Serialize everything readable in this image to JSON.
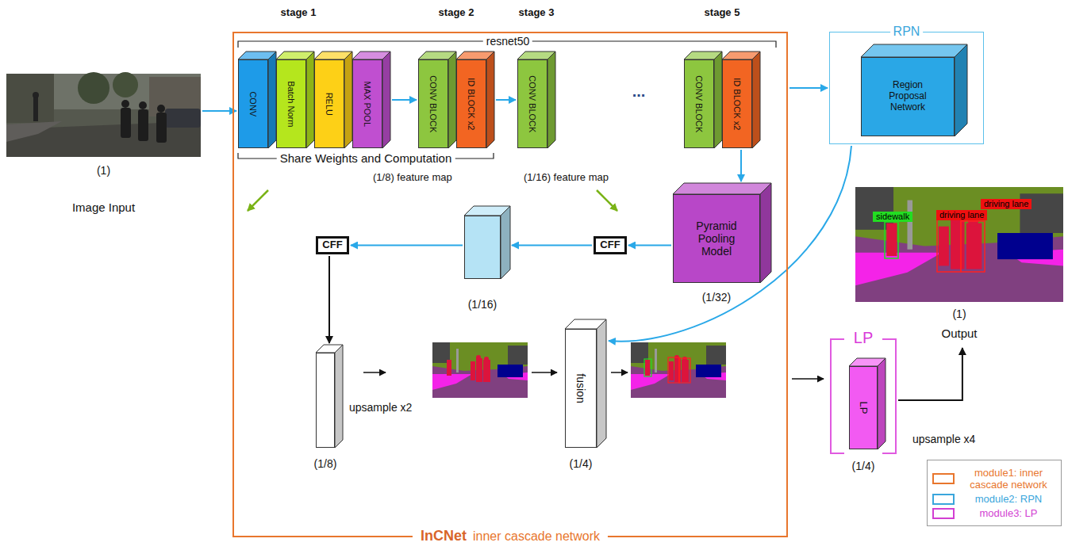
{
  "diagram": {
    "nodes": [
      {
        "text": [
          "(1)",
          "Image Input"
        ]
      },
      {
        "text": [
          "InCNet",
          "inner cascade network"
        ]
      },
      {
        "text": [
          "CONV"
        ],
        "in": 1
      },
      {
        "text": [
          "Batch Norm"
        ],
        "in": 1
      },
      {
        "text": [
          "RELU"
        ],
        "in": 1
      },
      {
        "text": [
          "MAX POOL"
        ],
        "in": 1
      },
      {
        "text": [
          "CONV BLOCK"
        ],
        "in": 1
      },
      {
        "text": [
          "ID BLOCK x2"
        ],
        "in": 1
      },
      {
        "text": [
          "CONV BLOCK"
        ],
        "in": 1
      },
      {
        "text": [
          "CONV BLOCK"
        ],
        "in": 1
      },
      {
        "text": [
          "ID BLOCK x2"
        ],
        "in": 1
      },
      {
        "text": [
          "CFF"
        ],
        "in": 1
      },
      {
        "text": [
          "(1/16)"
        ],
        "in": 1
      },
      {
        "text": [
          "CFF"
        ],
        "in": 1
      },
      {
        "text": [
          "Pyramid Pooling Model",
          "(1/32)"
        ],
        "in": 1
      },
      {
        "text": [
          "(1/8)"
        ],
        "in": 1
      },
      {
        "text": [
          "fusion",
          "(1/4)"
        ],
        "in": 1
      },
      {
        "text": [
          "RPN"
        ]
      },
      {
        "text": [
          "Region Proposal Network"
        ],
        "in": 17
      },
      {
        "text": [
          "LP",
          "(1/4)"
        ]
      },
      {
        "text": [
          "LP"
        ],
        "in": 19
      },
      {
        "text": [
          "(1)",
          "Output"
        ]
      }
    ],
    "edges": [
      {
        "from": 0,
        "to": 2,
        "arrow": "to"
      },
      {
        "from": 5,
        "to": 6,
        "arrow": "to"
      },
      {
        "from": 7,
        "to": 8,
        "arrow": "to"
      },
      {
        "from": 10,
        "to": 14,
        "arrow": "to"
      },
      {
        "from": 14,
        "to": 13,
        "arrow": "to"
      },
      {
        "from": 13,
        "to": 12,
        "arrow": "to"
      },
      {
        "from": 12,
        "to": 11,
        "arrow": "to"
      },
      {
        "from": 11,
        "to": 15,
        "arrow": "to"
      },
      {
        "from": 1,
        "to": 17,
        "arrow": "to"
      },
      {
        "from": 17,
        "to": 16,
        "arrow": "to"
      },
      {
        "from": 19,
        "to": 21,
        "arrow": "to"
      }
    ],
    "labels": [
      "stage 1",
      "stage 2",
      "stage 3",
      "stage 5",
      "resnet50",
      "Share Weights and Computation",
      "(1/8) feature map",
      "(1/16) feature map",
      "...",
      "upsample x2",
      "sidewalk",
      "driving lane",
      "driving lane",
      "upsample x4"
    ],
    "legend": [
      {
        "text": "module1: inner cascade network",
        "color": "#e8762d"
      },
      {
        "text": "module2: RPN",
        "color": "#3aa6dc"
      },
      {
        "text": "module3: LP",
        "color": "#d23fd2"
      }
    ]
  }
}
